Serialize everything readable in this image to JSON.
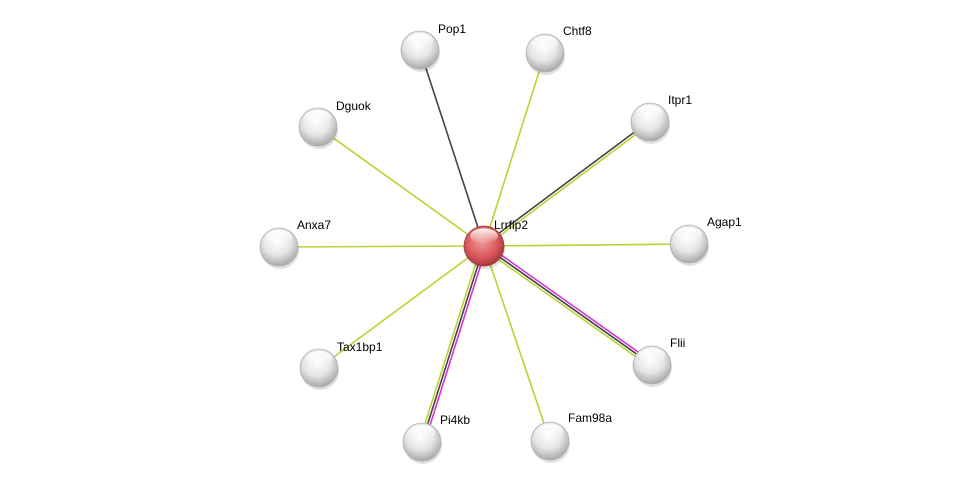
{
  "network": {
    "center": "Lrrfip2",
    "nodes": [
      {
        "id": "Lrrfip2",
        "label": "Lrrfip2",
        "query": true
      },
      {
        "id": "Pop1",
        "label": "Pop1"
      },
      {
        "id": "Chtf8",
        "label": "Chtf8"
      },
      {
        "id": "Itpr1",
        "label": "Itpr1"
      },
      {
        "id": "Dguok",
        "label": "Dguok"
      },
      {
        "id": "Anxa7",
        "label": "Anxa7"
      },
      {
        "id": "Agap1",
        "label": "Agap1"
      },
      {
        "id": "Flii",
        "label": "Flii"
      },
      {
        "id": "Tax1bp1",
        "label": "Tax1bp1"
      },
      {
        "id": "Pi4kb",
        "label": "Pi4kb"
      },
      {
        "id": "Fam98a",
        "label": "Fam98a"
      }
    ],
    "edges": [
      {
        "target": "Pop1",
        "evidence": [
          "coexpression"
        ]
      },
      {
        "target": "Chtf8",
        "evidence": [
          "textmining"
        ]
      },
      {
        "target": "Itpr1",
        "evidence": [
          "coexpression",
          "textmining"
        ]
      },
      {
        "target": "Dguok",
        "evidence": [
          "textmining"
        ]
      },
      {
        "target": "Anxa7",
        "evidence": [
          "textmining"
        ]
      },
      {
        "target": "Agap1",
        "evidence": [
          "textmining"
        ]
      },
      {
        "target": "Flii",
        "evidence": [
          "experiments",
          "coexpression",
          "textmining"
        ]
      },
      {
        "target": "Tax1bp1",
        "evidence": [
          "textmining"
        ]
      },
      {
        "target": "Pi4kb",
        "evidence": [
          "experiments",
          "coexpression",
          "textmining"
        ]
      },
      {
        "target": "Fam98a",
        "evidence": [
          "textmining"
        ]
      }
    ],
    "colors": {
      "experiments": "#d633d6",
      "coexpression": "#444444",
      "textmining": "#b8d432",
      "query_node": "#d9585a",
      "node": "#e8e8e8"
    }
  }
}
